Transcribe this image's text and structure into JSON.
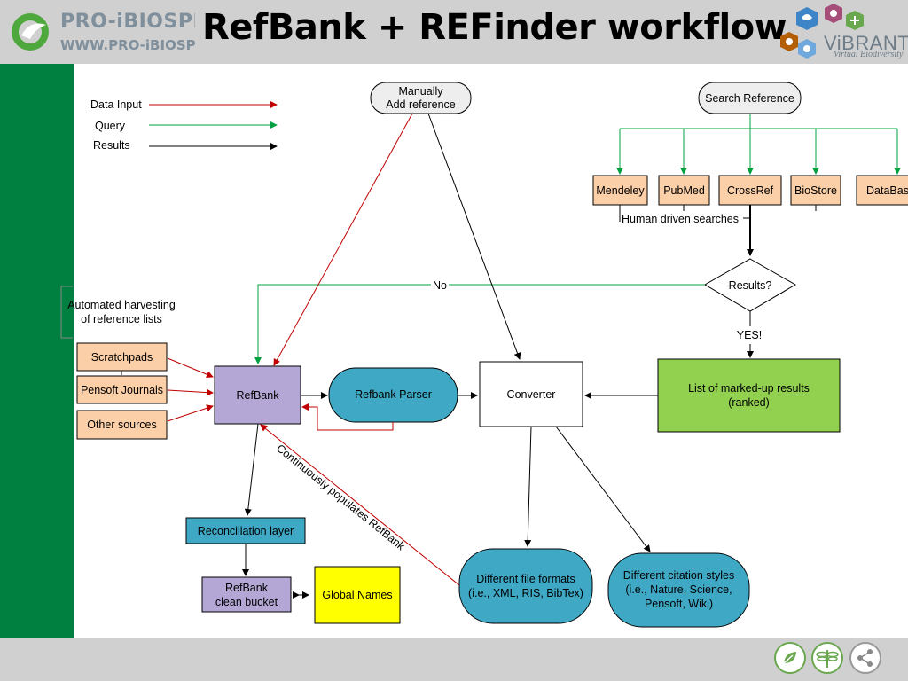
{
  "header": {
    "title": "RefBank + REFinder workflow",
    "logo_left_line1": "PRO-iBIOSPHERE",
    "logo_left_line2": "WWW.PRO-iBIOSPHERE",
    "logo_right_name": "ViBRANT",
    "logo_right_tagline": "Virtual Biodiversity"
  },
  "legend": {
    "data_input": "Data Input",
    "query": "Query",
    "results": "Results"
  },
  "nodes": {
    "manually_add_line1": "Manually",
    "manually_add_line2": "Add reference",
    "search_reference": "Search Reference",
    "mendeley": "Mendeley",
    "pubmed": "PubMed",
    "crossref": "CrossRef",
    "biostore": "BioStore",
    "databases": "DataBases",
    "human_driven": "Human driven searches",
    "results_q": "Results?",
    "no_label": "No",
    "yes_label": "YES!",
    "automated_line1": "Automated harvesting",
    "automated_line2": "of reference lists",
    "scratchpads": "Scratchpads",
    "pensoft_journals": "Pensoft Journals",
    "other_sources": "Other sources",
    "refbank": "RefBank",
    "refbank_parser": "Refbank Parser",
    "converter": "Converter",
    "marked_up_line1": "List of marked-up results",
    "marked_up_line2": "(ranked)",
    "continuously": "Continuously populates RefBank",
    "reconciliation": "Reconciliation layer",
    "clean_bucket_line1": "RefBank",
    "clean_bucket_line2": "clean bucket",
    "global_names": "Global Names",
    "file_formats_line1": "Different file formats",
    "file_formats_line2": "(i.e., XML, RIS, BibTex)",
    "citation_line1": "Different citation styles",
    "citation_line2": "(i.e., Nature, Science,",
    "citation_line3": "Pensoft, Wiki)"
  },
  "colors": {
    "data_input": "#c00000",
    "query": "#00a040",
    "results": "#000000",
    "peach": "#fbcfa8",
    "lavender": "#b4a7d6",
    "teal": "#3fa8c5",
    "green_box": "#92d050",
    "yellow": "#ffff00",
    "sidebar": "#008040"
  },
  "footer_icons": [
    "leaf-icon",
    "dragonfly-icon",
    "share-icon"
  ]
}
